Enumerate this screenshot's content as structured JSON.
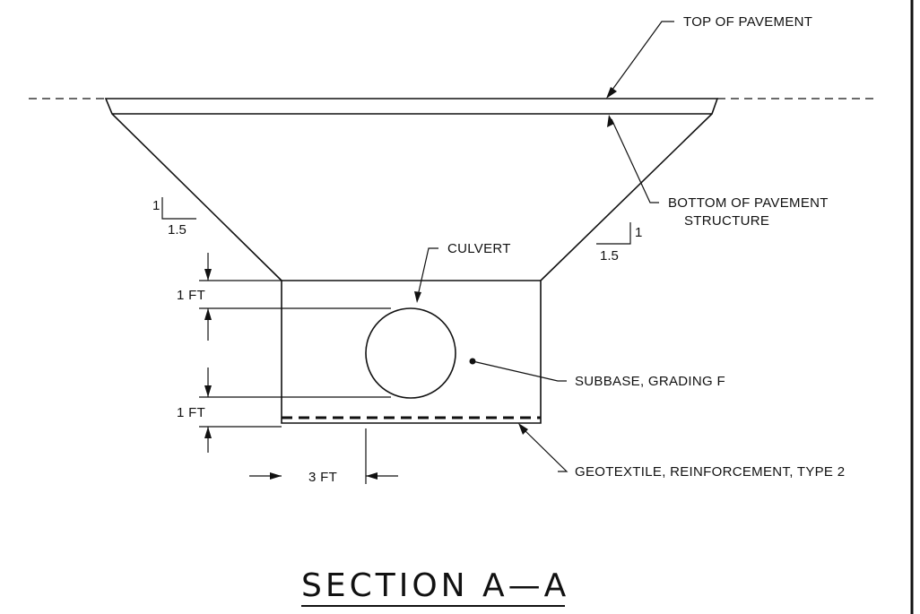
{
  "drawing": {
    "title": "SECTION A—A",
    "labels": {
      "top_of_pavement": "TOP OF PAVEMENT",
      "bottom_of_pavement_line1": "BOTTOM OF PAVEMENT",
      "bottom_of_pavement_line2": "STRUCTURE",
      "culvert": "CULVERT",
      "subbase": "SUBBASE, GRADING F",
      "geotextile": "GEOTEXTILE, REINFORCEMENT, TYPE 2"
    },
    "slope_left": {
      "rise": "1",
      "run": "1.5"
    },
    "slope_right": {
      "rise": "1",
      "run": "1.5"
    },
    "dimensions": {
      "top_clearance": "1 FT",
      "bottom_clearance": "1 FT",
      "side_clearance": "3 FT"
    }
  }
}
